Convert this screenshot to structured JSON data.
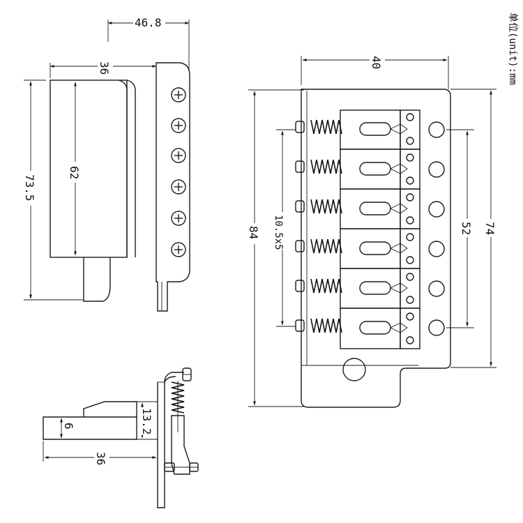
{
  "unit_label": "单位(unit):mm",
  "dimensions": {
    "top_width": "46.8",
    "top_inner": "36",
    "side_height": "73.5",
    "side_inner": "62",
    "front_width": "40",
    "front_height": "84",
    "saddle_spacing": "10.5x5",
    "hole_span": "52",
    "plate_height": "74",
    "bottom_height": "13.2",
    "bottom_small": "6",
    "bottom_width": "36"
  }
}
